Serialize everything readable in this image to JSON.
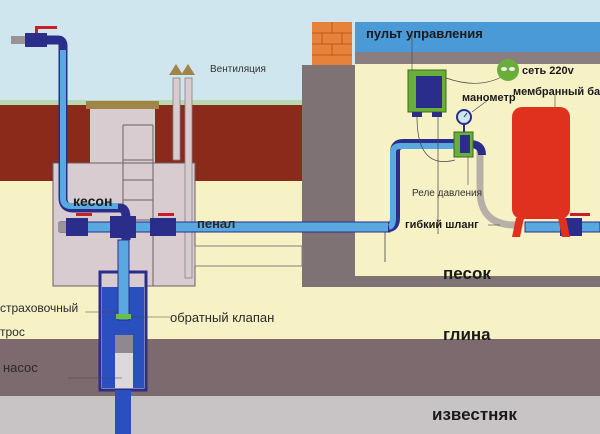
{
  "diagram": {
    "labels": {
      "ventilation": "Вентиляция",
      "caisson": "кесон",
      "casing": "пенал",
      "control_panel": "пульт управления",
      "mains": "сеть 220v",
      "manometer": "манометр",
      "membrane_tank": "мембранный бак",
      "pressure_switch": "Реле давления",
      "flexible_hose": "гибкий шланг",
      "safety_cable_line1": "страховочный",
      "safety_cable_line2": "трос",
      "check_valve": "обратный клапан",
      "pump": "насос"
    },
    "layers": {
      "sand": "песок",
      "clay": "глина",
      "limestone": "известняк"
    },
    "colors": {
      "sky": "#cfe6ee",
      "topsoil": "#8a2a1a",
      "sand": "#f7f1c6",
      "clay": "#7c6a6e",
      "limestone": "#c8c4c6",
      "pipe": "#5aa8e0",
      "pipe_dark": "#2a2e8a",
      "valve_handle": "#c8202a",
      "caisson": "#d8ccd0",
      "wall": "#7e7274",
      "brick": "#e8823a",
      "roof": "#4a9ad8",
      "tank": "#e0301e",
      "control_box": "#6aae3a",
      "well_water": "#2a50c0"
    }
  }
}
